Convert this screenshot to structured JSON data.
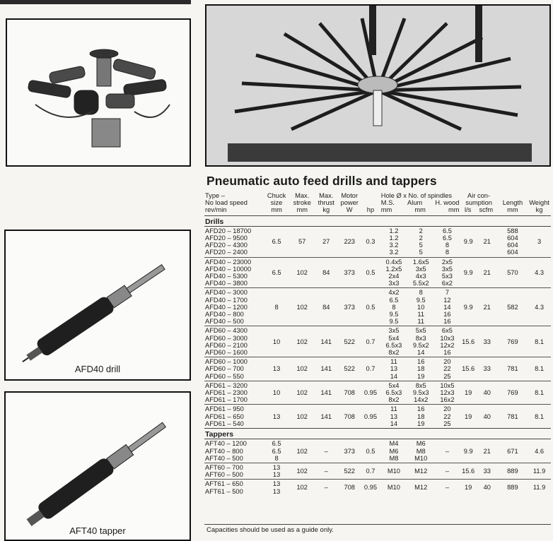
{
  "photos": {
    "afd40_caption": "AFD40 drill",
    "aft40_caption": "AFT40 tapper"
  },
  "title": "Pneumatic auto feed drills and tappers",
  "table": {
    "headers": {
      "type": [
        "Type –",
        "No load speed",
        "rev/min"
      ],
      "chuck": [
        "Chuck",
        "size",
        "mm"
      ],
      "stroke": [
        "Max.",
        "stroke",
        "mm"
      ],
      "thrust": [
        "Max.",
        "thrust",
        "kg"
      ],
      "motor": [
        "Motor",
        "power"
      ],
      "motor_w": "W",
      "motor_hp": "hp",
      "hole": [
        "Hole Ø x No. of spindles"
      ],
      "hole_ms": [
        "M.S.",
        "mm"
      ],
      "hole_alum": [
        "Alum",
        "mm"
      ],
      "hole_hwood": [
        "H. wood",
        "mm"
      ],
      "air": [
        "Air con-",
        "sumption"
      ],
      "air_ls": "l/s",
      "air_scfm": "scfm",
      "length": [
        "Length",
        "mm"
      ],
      "weight": [
        "Weight",
        "kg"
      ]
    },
    "sections": [
      {
        "label": "Drills",
        "groups": [
          {
            "types": [
              "AFD20 – 18700",
              "AFD20 – 9500",
              "AFD20 – 4300",
              "AFD20 – 2400"
            ],
            "chuck": "6.5",
            "stroke": "57",
            "thrust": "27",
            "w": "223",
            "hp": "0.3",
            "ms": [
              "1.2",
              "1.2",
              "3.2",
              "3.2"
            ],
            "alum": [
              "2",
              "2",
              "5",
              "5"
            ],
            "hwood": [
              "6.5",
              "6.5",
              "8",
              "8"
            ],
            "ls": "9.9",
            "scfm": "21",
            "length": [
              "588",
              "604",
              "604",
              "604"
            ],
            "weight": "3"
          },
          {
            "types": [
              "AFD40 – 23000",
              "AFD40 – 10000",
              "AFD40 – 5300",
              "AFD40 – 3800"
            ],
            "chuck": "6.5",
            "stroke": "102",
            "thrust": "84",
            "w": "373",
            "hp": "0.5",
            "ms": [
              "0.4x5",
              "1.2x5",
              "2x4",
              "3x3"
            ],
            "alum": [
              "1.6x5",
              "3x5",
              "4x3",
              "5.5x2"
            ],
            "hwood": [
              "2x5",
              "3x5",
              "5x3",
              "6x2"
            ],
            "ls": "9.9",
            "scfm": "21",
            "length": [
              "570"
            ],
            "weight": "4.3"
          },
          {
            "types": [
              "AFD40 – 3000",
              "AFD40 – 1700",
              "AFD40 – 1200",
              "AFD40 – 800",
              "AFD40 – 500"
            ],
            "chuck": "8",
            "stroke": "102",
            "thrust": "84",
            "w": "373",
            "hp": "0.5",
            "ms": [
              "4x2",
              "6.5",
              "8",
              "9.5",
              "9.5"
            ],
            "alum": [
              "8",
              "9.5",
              "10",
              "11",
              "11"
            ],
            "hwood": [
              "7",
              "12",
              "14",
              "16",
              "16"
            ],
            "ls": "9.9",
            "scfm": "21",
            "length": [
              "582"
            ],
            "weight": "4.3"
          },
          {
            "types": [
              "AFD60 – 4300",
              "AFD60 – 3000",
              "AFD60 – 2100",
              "AFD60 – 1600"
            ],
            "chuck": "10",
            "stroke": "102",
            "thrust": "141",
            "w": "522",
            "hp": "0.7",
            "ms": [
              "3x5",
              "5x4",
              "6.5x3",
              "8x2"
            ],
            "alum": [
              "5x5",
              "8x3",
              "9.5x2",
              "14"
            ],
            "hwood": [
              "6x5",
              "10x3",
              "12x2",
              "16"
            ],
            "ls": "15.6",
            "scfm": "33",
            "length": [
              "769"
            ],
            "weight": "8.1"
          },
          {
            "types": [
              "AFD60 – 1000",
              "AFD60 – 700",
              "AFD60 – 550"
            ],
            "chuck": "13",
            "stroke": "102",
            "thrust": "141",
            "w": "522",
            "hp": "0.7",
            "ms": [
              "11",
              "13",
              "14"
            ],
            "alum": [
              "16",
              "18",
              "19"
            ],
            "hwood": [
              "20",
              "22",
              "25"
            ],
            "ls": "15.6",
            "scfm": "33",
            "length": [
              "781"
            ],
            "weight": "8.1"
          },
          {
            "types": [
              "AFD61 – 3200",
              "AFD61 – 2300",
              "AFD61 – 1700"
            ],
            "chuck": "10",
            "stroke": "102",
            "thrust": "141",
            "w": "708",
            "hp": "0.95",
            "ms": [
              "5x4",
              "6.5x3",
              "8x2"
            ],
            "alum": [
              "8x5",
              "9.5x3",
              "14x2"
            ],
            "hwood": [
              "10x5",
              "12x3",
              "16x2"
            ],
            "ls": "19",
            "scfm": "40",
            "length": [
              "769"
            ],
            "weight": "8.1"
          },
          {
            "types": [
              "AFD61 – 950",
              "AFD61 – 650",
              "AFD61 – 540"
            ],
            "chuck": "13",
            "stroke": "102",
            "thrust": "141",
            "w": "708",
            "hp": "0.95",
            "ms": [
              "11",
              "13",
              "14"
            ],
            "alum": [
              "16",
              "18",
              "19"
            ],
            "hwood": [
              "20",
              "22",
              "25"
            ],
            "ls": "19",
            "scfm": "40",
            "length": [
              "781"
            ],
            "weight": "8.1"
          }
        ]
      },
      {
        "label": "Tappers",
        "groups": [
          {
            "types": [
              "AFT40 – 1200",
              "AFT40 – 800",
              "AFT40 – 500"
            ],
            "chuck": [
              "6.5",
              "6.5",
              "8"
            ],
            "stroke": "102",
            "thrust": "–",
            "w": "373",
            "hp": "0.5",
            "ms": [
              "M4",
              "M6",
              "M8"
            ],
            "alum": [
              "M6",
              "M8",
              "M10"
            ],
            "hwood": [
              "–"
            ],
            "ls": "9.9",
            "scfm": "21",
            "length": [
              "671"
            ],
            "weight": "4.6"
          },
          {
            "types": [
              "AFT60 – 700",
              "AFT60 – 500"
            ],
            "chuck": [
              "13",
              "13"
            ],
            "stroke": "102",
            "thrust": "–",
            "w": "522",
            "hp": "0.7",
            "ms": [
              "M10"
            ],
            "alum": [
              "M12"
            ],
            "hwood": [
              "–"
            ],
            "ls": "15.6",
            "scfm": "33",
            "length": [
              "889"
            ],
            "weight": "11.9"
          },
          {
            "types": [
              "AFT61 – 650",
              "AFT61 – 500"
            ],
            "chuck": [
              "13",
              "13"
            ],
            "stroke": "102",
            "thrust": "–",
            "w": "708",
            "hp": "0.95",
            "ms": [
              "M10"
            ],
            "alum": [
              "M12"
            ],
            "hwood": [
              "–"
            ],
            "ls": "19",
            "scfm": "40",
            "length": [
              "889"
            ],
            "weight": "11.9"
          }
        ]
      }
    ]
  },
  "note": "Capacities should be used as a guide only."
}
